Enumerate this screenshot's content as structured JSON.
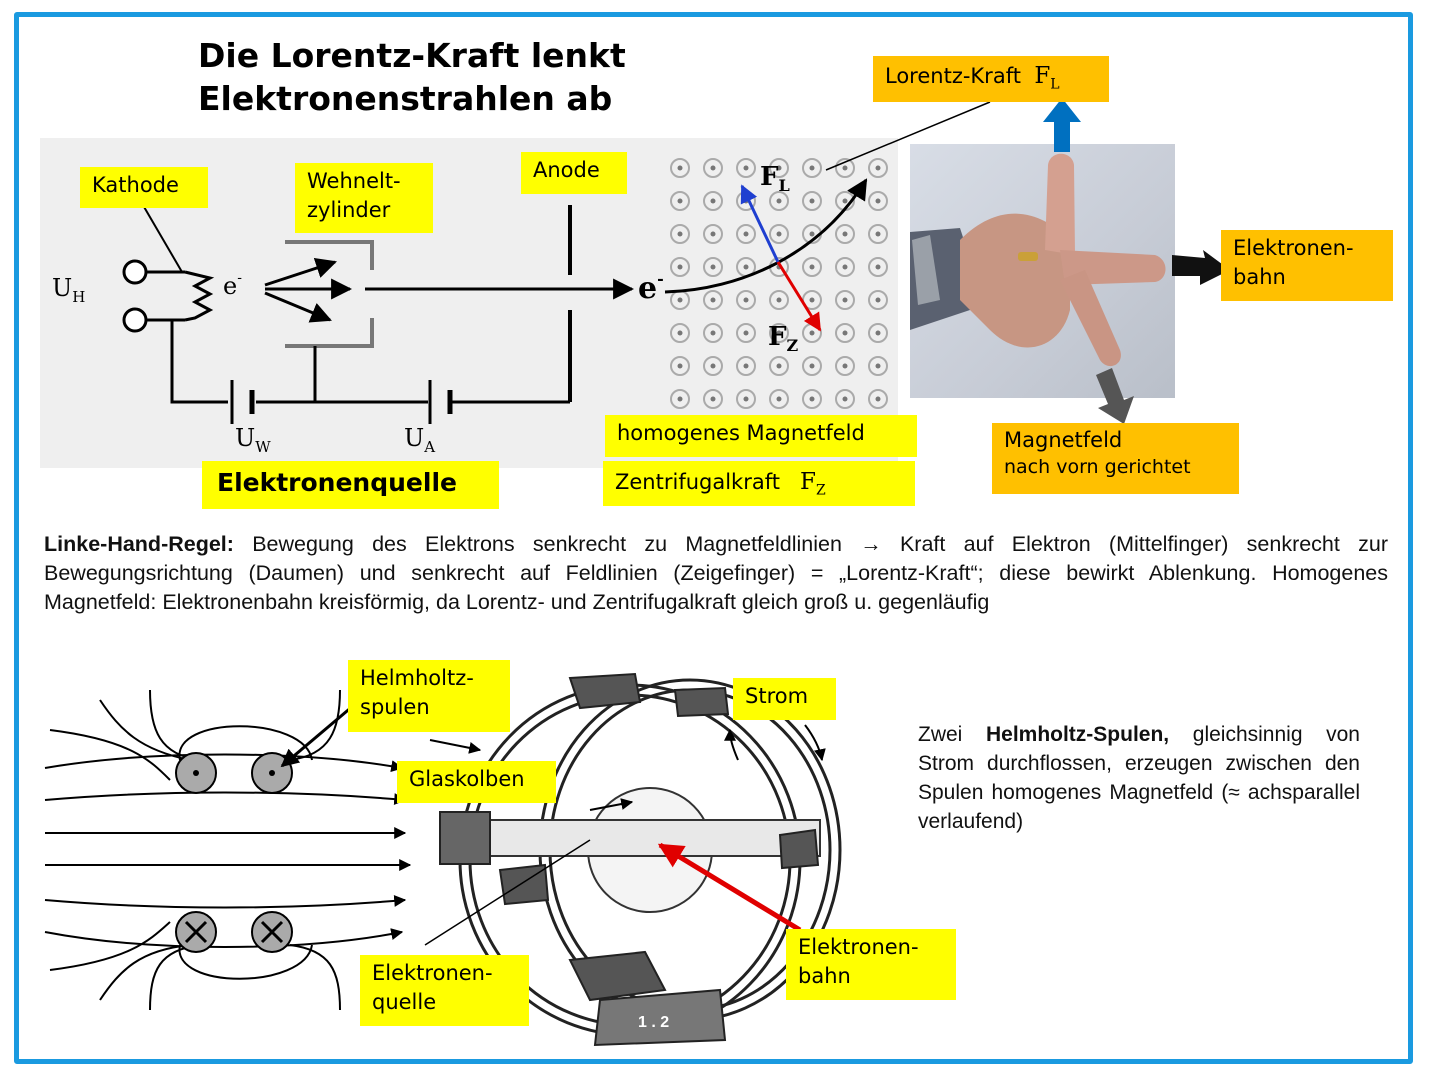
{
  "title": {
    "line1": "Die Lorentz-Kraft lenkt",
    "line2": "Elektronenstrahlen ab"
  },
  "labels": {
    "kathode": "Kathode",
    "wehnelt_line1": "Wehnelt-",
    "wehnelt_line2": "zylinder",
    "anode": "Anode",
    "lorentz_kraft": "Lorentz-Kraft",
    "lorentz_symbol": "F",
    "lorentz_sub": "L",
    "elektronenbahn_top_line1": "Elektronen-",
    "elektronenbahn_top_line2": "bahn",
    "magnetfeld_line1": "Magnetfeld",
    "magnetfeld_line2": "nach vorn gerichtet",
    "homogenes_magnetfeld": "homogenes Magnetfeld",
    "zentrifugalkraft": "Zentrifugalkraft",
    "zentrifugal_symbol": "F",
    "zentrifugal_sub": "Z",
    "elektronenquelle": "Elektronenquelle",
    "helmholtz_line1": "Helmholtz-",
    "helmholtz_line2": "spulen",
    "strom": "Strom",
    "glaskolben": "Glaskolben",
    "quelle_line1": "Elektronen-",
    "quelle_line2": "quelle",
    "bahn_bottom_line1": "Elektronen-",
    "bahn_bottom_line2": "bahn"
  },
  "circuit": {
    "uh": "U",
    "uh_sub": "H",
    "uw": "U",
    "uw_sub": "W",
    "ua": "U",
    "ua_sub": "A",
    "electron": "e",
    "fl": "F",
    "fl_sub": "L",
    "fz": "F",
    "fz_sub": "Z"
  },
  "paragraph1": {
    "bold": "Linke-Hand-Regel:",
    "text": " Bewegung des Elektrons senkrecht zu Magnetfeldlinien → Kraft auf Elektron (Mittelfinger) senkrecht zur Bewegungsrichtung (Daumen) und senkrecht auf Feldlinien (Zeigefinger) = „Lorentz-Kraft“; diese bewirkt Ablenkung. Homogenes Magnetfeld: Elektronenbahn kreisförmig, da Lorentz- und Zentrifugalkraft gleich groß u. gegenläufig"
  },
  "paragraph2": {
    "prefix": "Zwei ",
    "bold": "Helmholtz-Spulen,",
    "text": " gleichsinnig von Strom durchflossen, erzeugen zwischen den Spulen homogenes Magnetfeld (≈ achsparallel verlaufend)"
  },
  "apparatus_plate": "1 . 2",
  "colors": {
    "frame": "#1a9ae0",
    "yellow_label": "#ffff00",
    "orange_label": "#ffc000",
    "arrow_blue": "#0070c0",
    "arrow_red": "#ff0000"
  }
}
